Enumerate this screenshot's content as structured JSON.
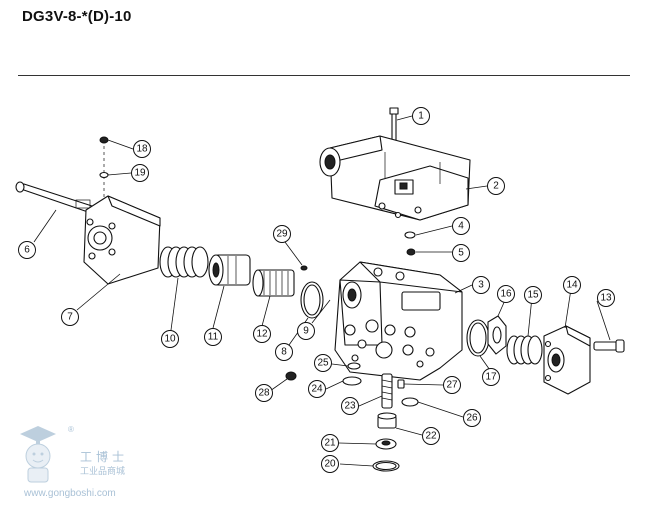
{
  "title": "DG3V-8-*(D)-10",
  "callouts": [
    "1",
    "2",
    "3",
    "4",
    "5",
    "6",
    "7",
    "8",
    "9",
    "10",
    "11",
    "12",
    "13",
    "14",
    "15",
    "16",
    "17",
    "18",
    "19",
    "20",
    "21",
    "22",
    "23",
    "24",
    "25",
    "26",
    "27",
    "28",
    "29"
  ],
  "watermark": {
    "name": "工博士",
    "subtitle": "工业品商城",
    "url": "www.gongboshi.com",
    "registered": "®"
  }
}
